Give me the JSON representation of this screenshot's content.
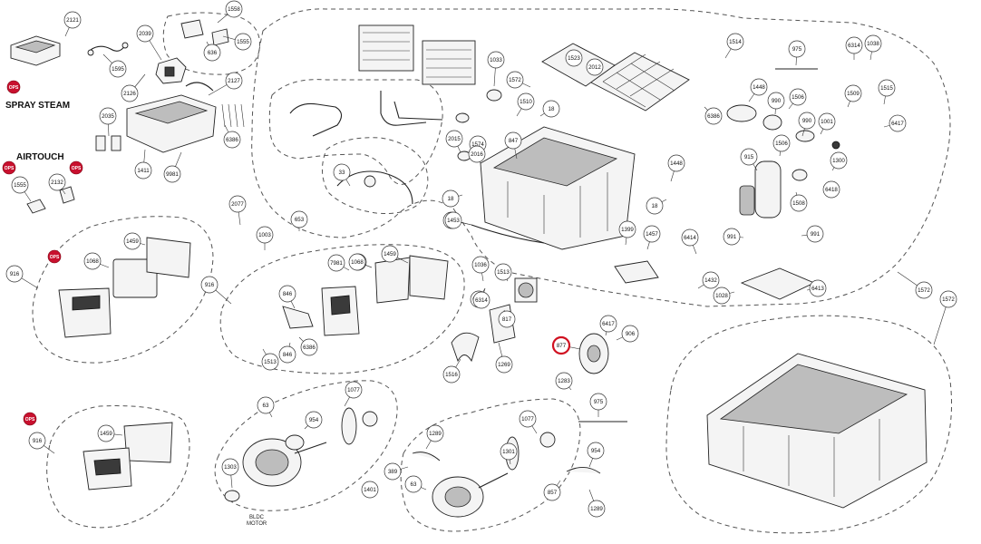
{
  "diagram": {
    "group_labels": {
      "spray_steam": "SPRAY STEAM",
      "airtouch": "AIRTOUCH",
      "bldc_motor_1": "BLDC",
      "bldc_motor_2": "MOTOR"
    },
    "option_badge": "OPS",
    "highlighted_part": "877",
    "callouts": [
      "2121",
      "1558",
      "2039",
      "1595",
      "2126",
      "2127",
      "1555",
      "636",
      "2035",
      "6386",
      "1411",
      "9981",
      "1555",
      "2132",
      "1033",
      "1514",
      "975",
      "6314",
      "1038",
      "1572",
      "1523",
      "2012",
      "1510",
      "1448",
      "990",
      "1509",
      "1515",
      "1506",
      "990",
      "1506",
      "6386",
      "1001",
      "6417",
      "18",
      "847",
      "2015",
      "1574",
      "2016",
      "33",
      "1448",
      "1300",
      "915",
      "6418",
      "18",
      "1463",
      "18",
      "1508",
      "2077",
      "1003",
      "653",
      "1459",
      "1068",
      "1399",
      "1457",
      "6414",
      "991",
      "991",
      "916",
      "1068",
      "7981",
      "1036",
      "1513",
      "1459",
      "1068",
      "1453",
      "6314",
      "1432",
      "6413",
      "1028",
      "1572",
      "916",
      "846",
      "6417",
      "6314",
      "817",
      "846",
      "6386",
      "1513",
      "1269",
      "1516",
      "877",
      "906",
      "1283",
      "975",
      "916",
      "1459",
      "63",
      "1077",
      "954",
      "1077",
      "1303",
      "1289",
      "389",
      "1301",
      "954",
      "1401",
      "63",
      "857",
      "1289",
      "1572"
    ]
  }
}
